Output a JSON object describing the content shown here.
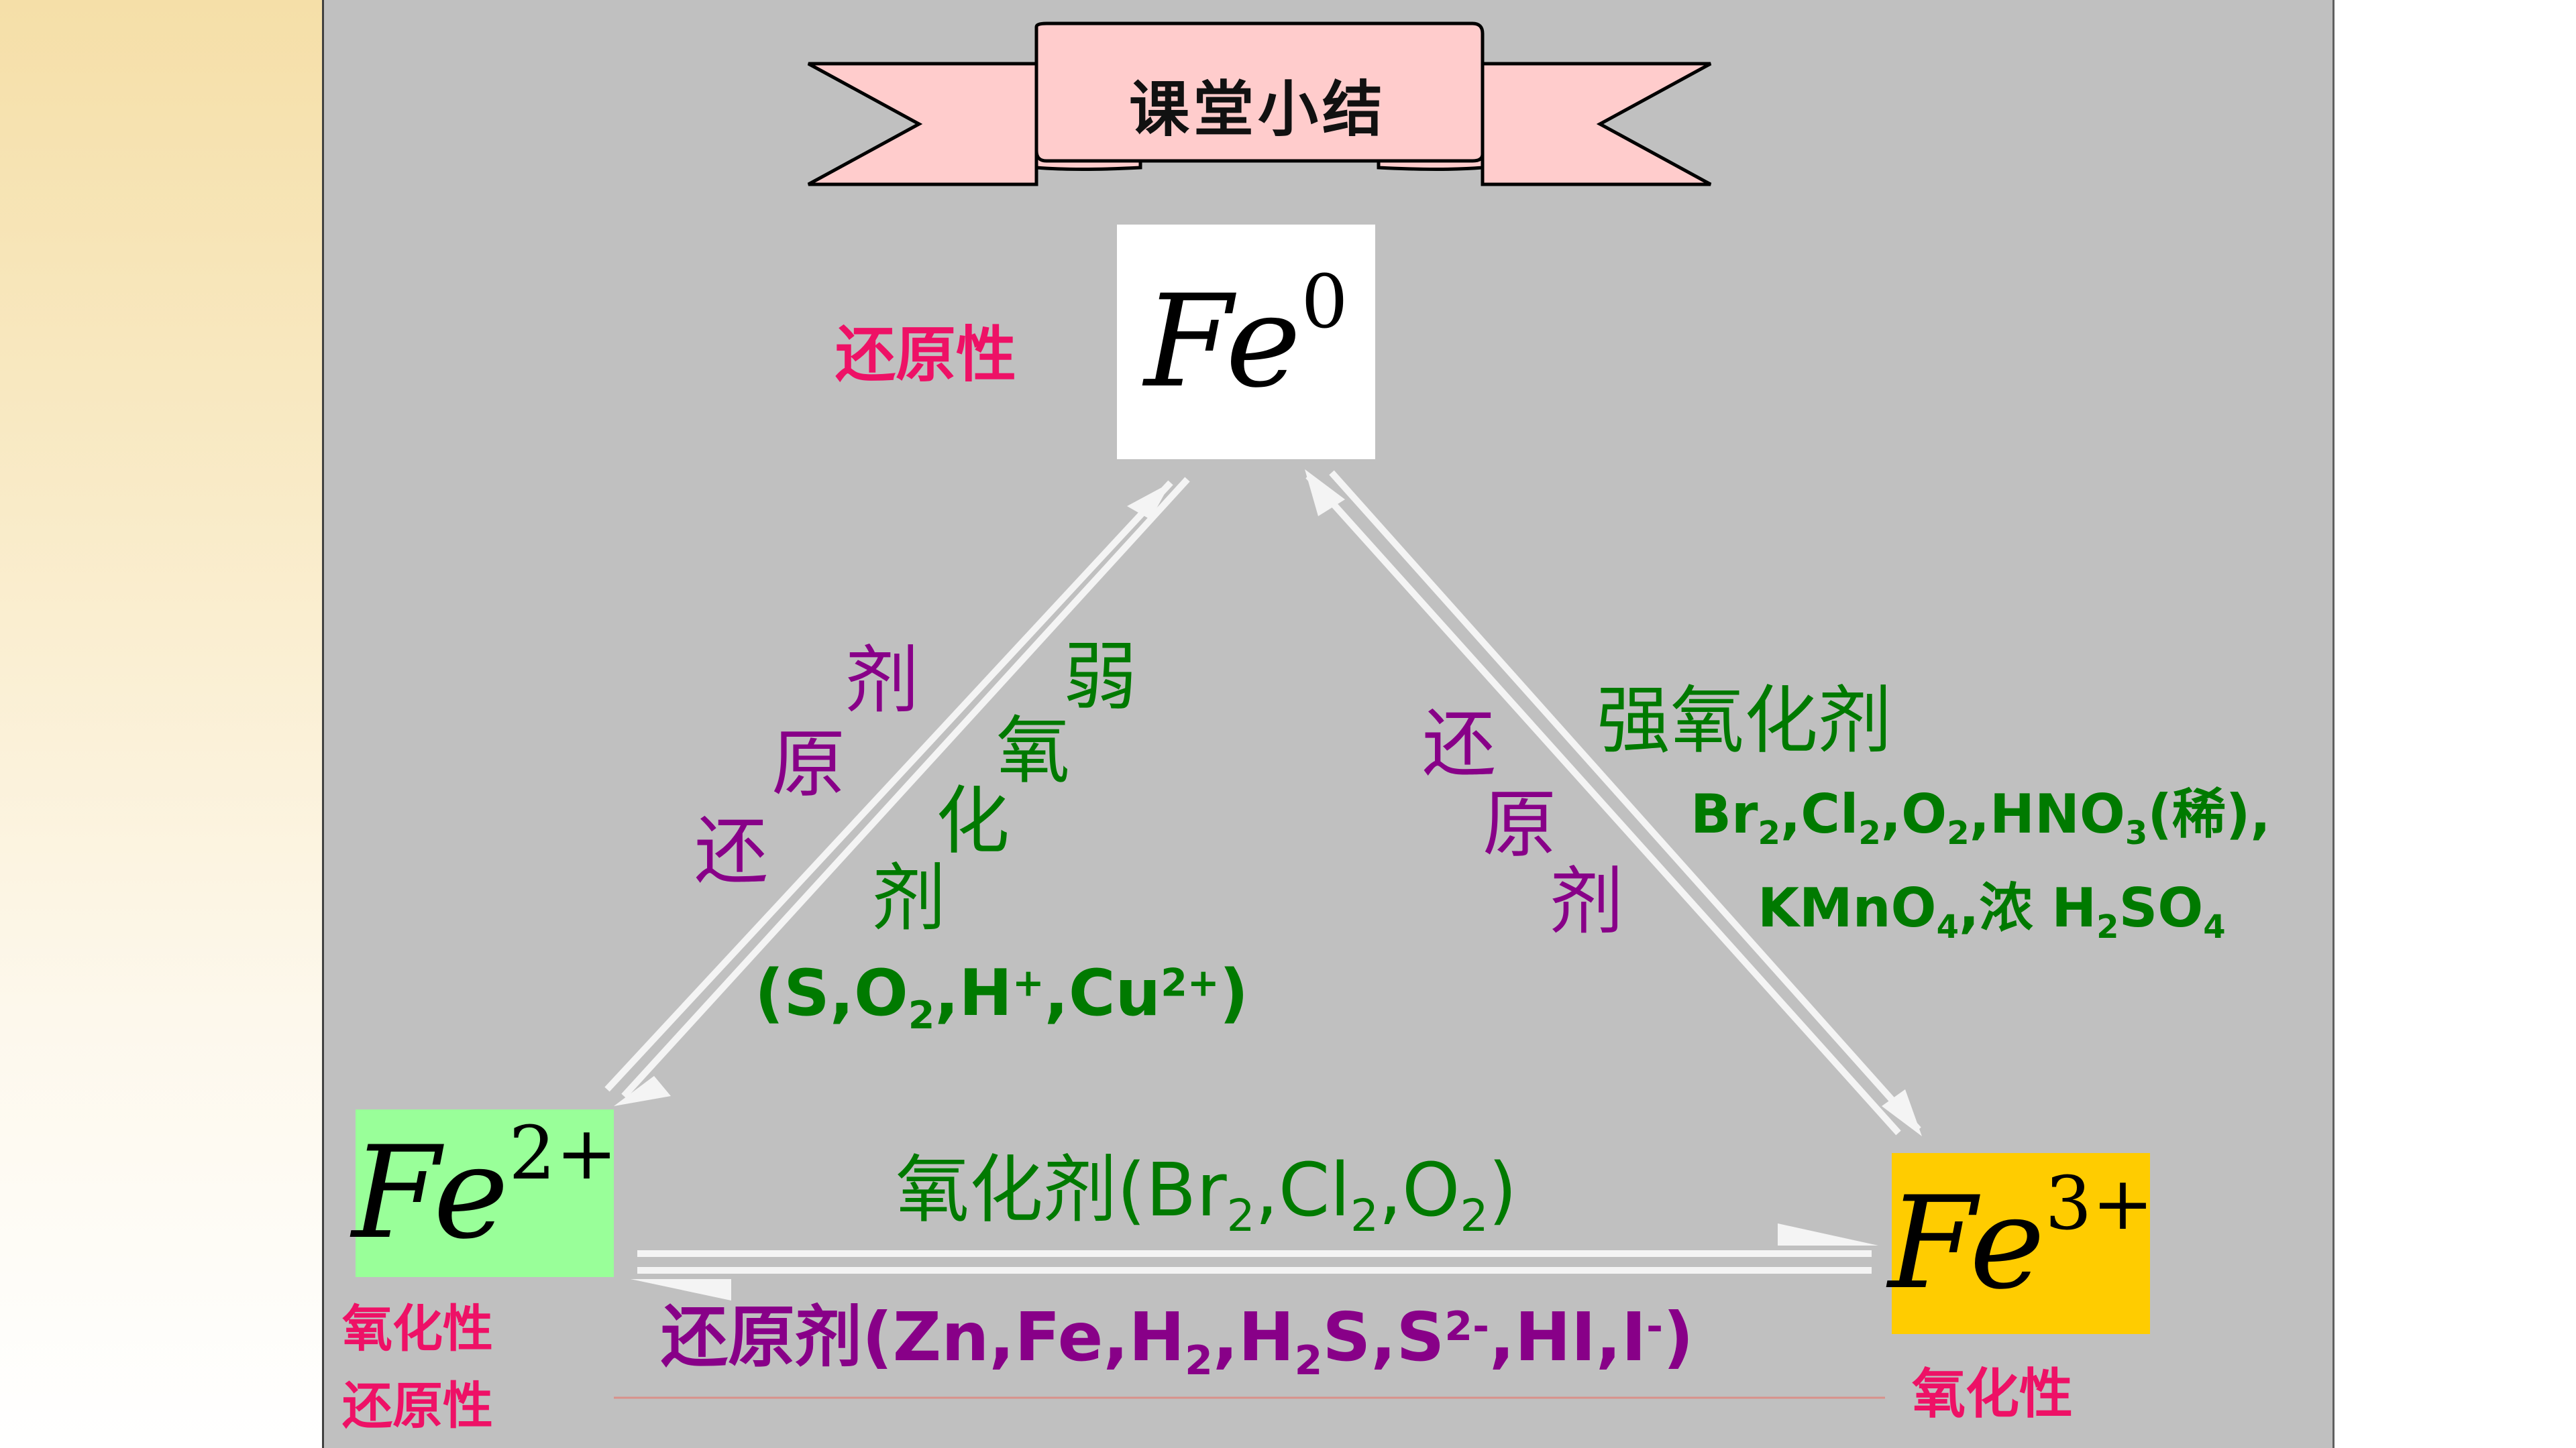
{
  "banner": {
    "title": "课堂小结"
  },
  "nodes": {
    "fe0": {
      "base": "Fe",
      "sup": "0",
      "property": "还原性"
    },
    "fe2": {
      "base": "Fe",
      "sup": "2+",
      "property_1": "氧化性",
      "property_2": "还原性"
    },
    "fe3": {
      "base": "Fe",
      "sup": "3+",
      "property": "氧化性"
    }
  },
  "edges": {
    "fe0_fe2": {
      "reducer_chars": [
        "剂",
        "原",
        "还"
      ],
      "oxidizer_chars": [
        "弱",
        "氧",
        "化",
        "剂"
      ],
      "oxidizer_list": {
        "open": "(S,",
        "o": "O",
        "o_sub": "2",
        "h": ",H",
        "h_sup": "+",
        "cu": ",Cu",
        "cu_sup": "2+",
        "close": ")"
      }
    },
    "fe0_fe3": {
      "reducer_chars": [
        "还",
        "原",
        "剂"
      ],
      "oxidizer_label": "强氧化剂",
      "line1": {
        "br": "Br",
        "br_sub": "2",
        "cl": ",Cl",
        "cl_sub": "2",
        "o": ",O",
        "o_sub": "2",
        "hno": ",HNO",
        "hno_sub": "3",
        "dilute": "(稀),"
      },
      "line2": {
        "kmno": "KMnO",
        "kmno_sub": "4",
        "conc": ",浓 H",
        "h_sub": "2",
        "so": "SO",
        "so_sub": "4"
      }
    },
    "fe2_fe3": {
      "oxidizer": {
        "label": "氧化剂(Br",
        "br_sub": "2",
        "cl": ",Cl",
        "cl_sub": "2",
        "o": ",O",
        "o_sub": "2",
        "close": ")"
      },
      "reducer": {
        "label": "还原剂",
        "open": "(Zn,Fe,H",
        "h_sub": "2",
        "h2s": ",H",
        "h2s_sub": "2",
        "s": "S,S",
        "s_sup": "2-",
        "hi": ",HI,I",
        "i_sup": "-",
        "close": ")"
      }
    }
  },
  "colors": {
    "property_text": "#ee1166",
    "reducer_text": "#880088",
    "oxidizer_text": "#007a00",
    "banner_fill": "#ffcccc",
    "fe2_box": "#99ff99",
    "fe3_box": "#ffcc00",
    "background": "#c0c0c0"
  }
}
